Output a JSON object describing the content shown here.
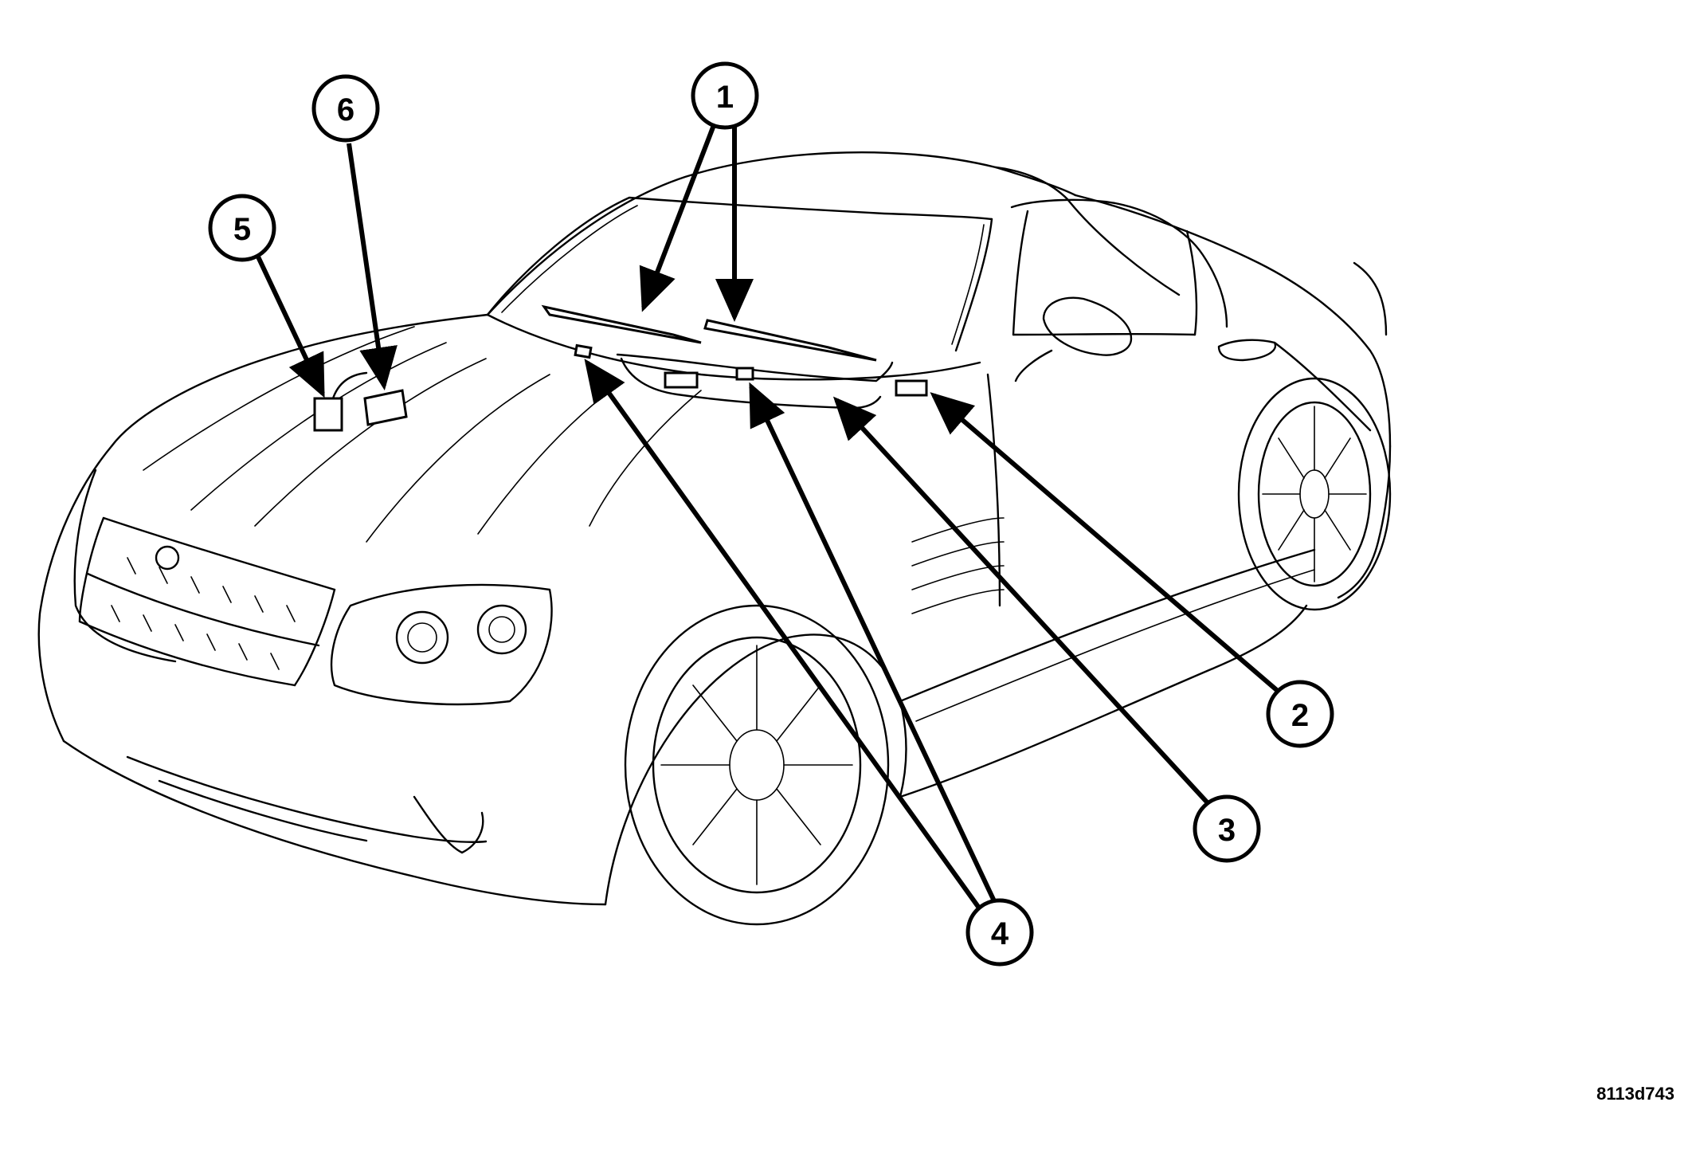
{
  "figure": {
    "id_label": "8113d743"
  },
  "callouts": [
    {
      "number": "1"
    },
    {
      "number": "2"
    },
    {
      "number": "3"
    },
    {
      "number": "4"
    },
    {
      "number": "5"
    },
    {
      "number": "6"
    }
  ],
  "colors": {
    "line": "#000000",
    "background": "#ffffff"
  }
}
